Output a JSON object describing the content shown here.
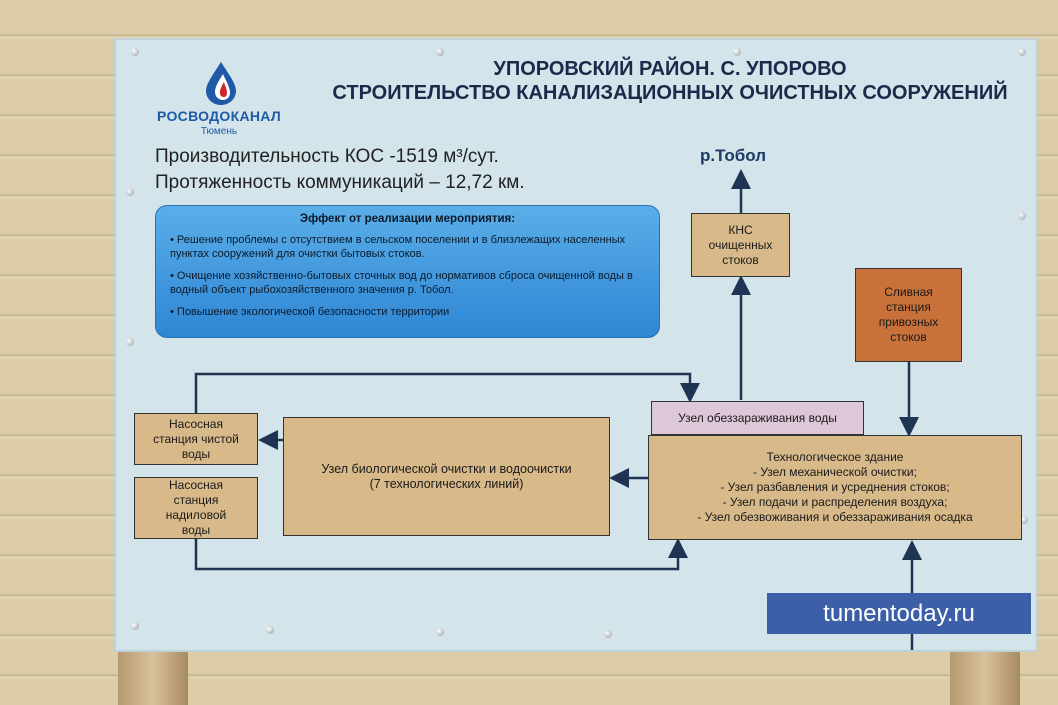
{
  "logo": {
    "name": "РОСВОДОКАНАЛ",
    "city": "Тюмень"
  },
  "title": {
    "line1": "УПОРОВСКИЙ РАЙОН. С. УПОРОВО",
    "line2": "СТРОИТЕЛЬСТВО КАНАЛИЗАЦИОННЫХ ОЧИСТНЫХ СООРУЖЕНИЙ"
  },
  "stats": {
    "capacity": "Производительность КОС -1519 м³/сут.",
    "length": "Протяженность коммуникаций – 12,72 км."
  },
  "effect": {
    "heading": "Эффект от реализации мероприятия:",
    "items": [
      "•  Решение проблемы с отсутствием в сельском поселении и в близлежащих населенных пунктах сооружений для очистки бытовых стоков.",
      "•  Очищение хозяйственно-бытовых сточных вод до нормативов сброса очищенной воды в водный объект рыбохозяйственного значения р. Тобол.",
      "•  Повышение экологической безопасности территории"
    ]
  },
  "diagram": {
    "river": "р.Тобол",
    "kns": "КНС очищенных стоков",
    "drain_station": "Сливная станция привозных стоков",
    "disinfection": "Узел обеззараживания воды",
    "tech_building": {
      "title": "Технологическое здание",
      "items": [
        "- Узел механической очистки;",
        "- Узел разбавления и усреднения стоков;",
        "- Узел подачи и распределения воздуха;",
        "- Узел обезвоживания и обеззараживания осадка"
      ]
    },
    "bio_unit": {
      "line1": "Узел биологической очистки и водоочистки",
      "line2": "(7 технологических линий)"
    },
    "pump_clean": "Насосная станция чистой воды",
    "pump_sludge": "Насосная станция надиловой воды"
  },
  "watermark": "tumentoday.ru",
  "colors": {
    "board": "#d3e4ea",
    "box_tan": "#d8ba8a",
    "box_orange": "#c9713a",
    "arrow": "#1f3352",
    "effect_blue": "#3f95dc"
  }
}
